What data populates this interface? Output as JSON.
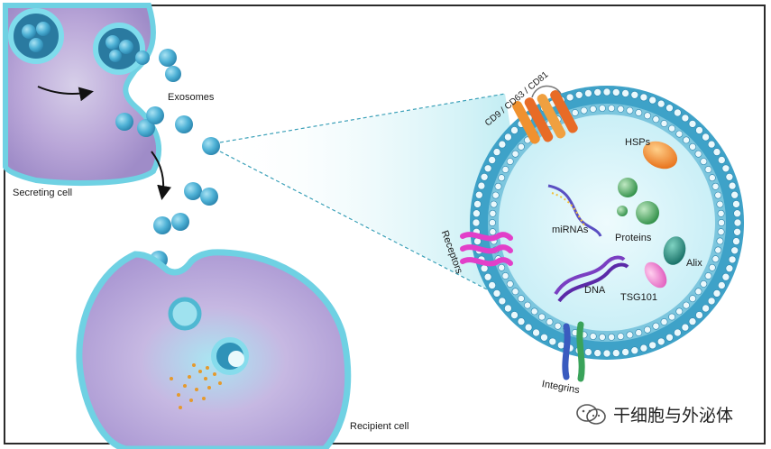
{
  "labels": {
    "exosomes": "Exosomes",
    "secreting_cell": "Secreting cell",
    "recipient_cell": "Recipient cell",
    "tetraspanins": "CD9 / CD63 / CD81",
    "hsps": "HSPs",
    "mirnas": "miRNAs",
    "proteins": "Proteins",
    "receptors": "Receptors",
    "alix": "Alix",
    "dna": "DNA",
    "tsg101": "TSG101",
    "integrins": "Integrins"
  },
  "watermark": {
    "text": "干细胞与外泌体",
    "icon": "wechat-icon"
  },
  "colors": {
    "membrane": "#5fc6dc",
    "cell_fill": "#b9a6d8",
    "lumen": "#d8f4f9",
    "exosome": "#3fa6cc",
    "tetraspanin": "#f08a2c",
    "hsp": "#f08a2c",
    "protein": "#3aa35a",
    "alix": "#1f8a7a",
    "tsg101": "#f07fc9",
    "receptor": "#e23fc9",
    "integrin_a": "#3a5bbf",
    "integrin_b": "#3aa35a",
    "dna": "#7a3fc2",
    "mirna": "#5a4fc2"
  }
}
